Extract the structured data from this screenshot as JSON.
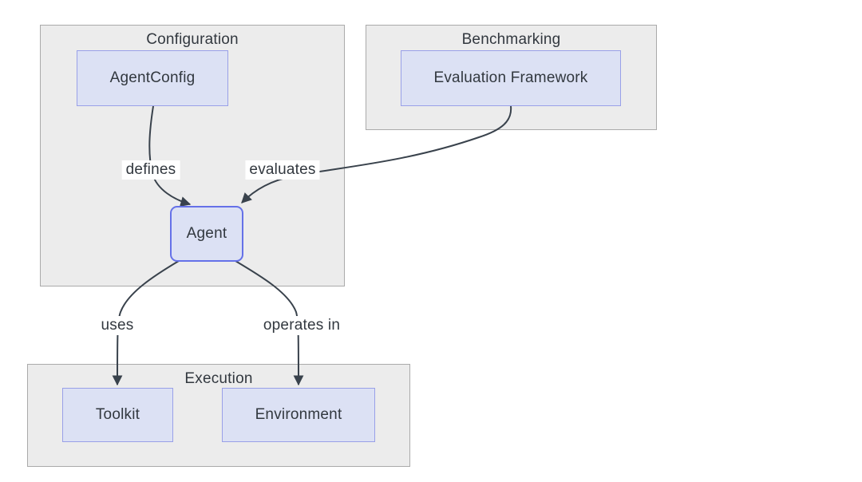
{
  "diagram": {
    "type": "flowchart",
    "background": "#ffffff",
    "subgraphs": [
      {
        "id": "configuration",
        "title": "Configuration"
      },
      {
        "id": "benchmarking",
        "title": "Benchmarking"
      },
      {
        "id": "execution",
        "title": "Execution"
      }
    ],
    "nodes": [
      {
        "id": "agent-config",
        "label": "AgentConfig",
        "subgraph": "Configuration",
        "shape": "rectangle"
      },
      {
        "id": "evaluation-framework",
        "label": "Evaluation Framework",
        "subgraph": "Benchmarking",
        "shape": "rectangle"
      },
      {
        "id": "agent",
        "label": "Agent",
        "subgraph": "Configuration",
        "shape": "rounded-rectangle"
      },
      {
        "id": "toolkit",
        "label": "Toolkit",
        "subgraph": "Execution",
        "shape": "rectangle"
      },
      {
        "id": "environment",
        "label": "Environment",
        "subgraph": "Execution",
        "shape": "rectangle"
      }
    ],
    "edges": [
      {
        "from": "AgentConfig",
        "to": "Agent",
        "label": "defines"
      },
      {
        "from": "Evaluation Framework",
        "to": "Agent",
        "label": "evaluates"
      },
      {
        "from": "Agent",
        "to": "Toolkit",
        "label": "uses"
      },
      {
        "from": "Agent",
        "to": "Environment",
        "label": "operates in"
      }
    ],
    "colors": {
      "subgraph_fill": "#ececec",
      "subgraph_border": "#aaaaaa",
      "node_fill": "#dce1f4",
      "node_border": "#99a0e8",
      "agent_border": "#6571e8",
      "edge_stroke": "#39424c",
      "text": "#32383f",
      "label_bg": "#ffffff"
    }
  }
}
